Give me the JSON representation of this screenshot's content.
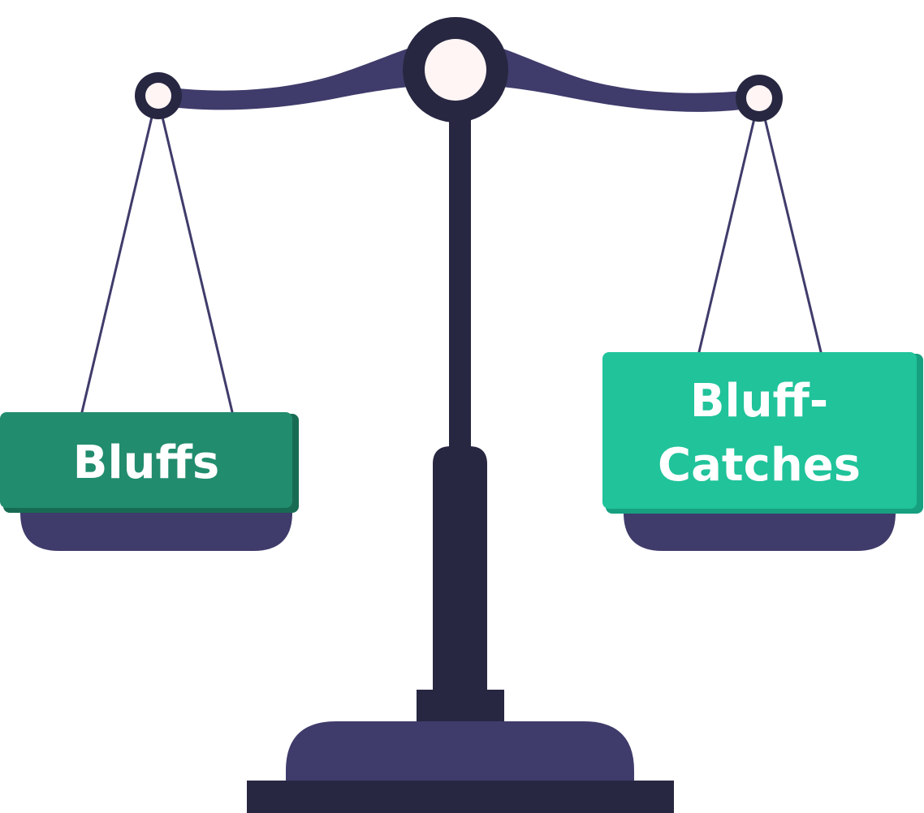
{
  "left_pan": {
    "label": "Bluffs",
    "color": "#218c6e"
  },
  "right_pan": {
    "label_line1": "Bluff-",
    "label_line2": "Catches",
    "color": "#20c39a"
  },
  "colors": {
    "dark": "#282742",
    "purple": "#3f3c6b",
    "cream": "#fff5f4"
  }
}
